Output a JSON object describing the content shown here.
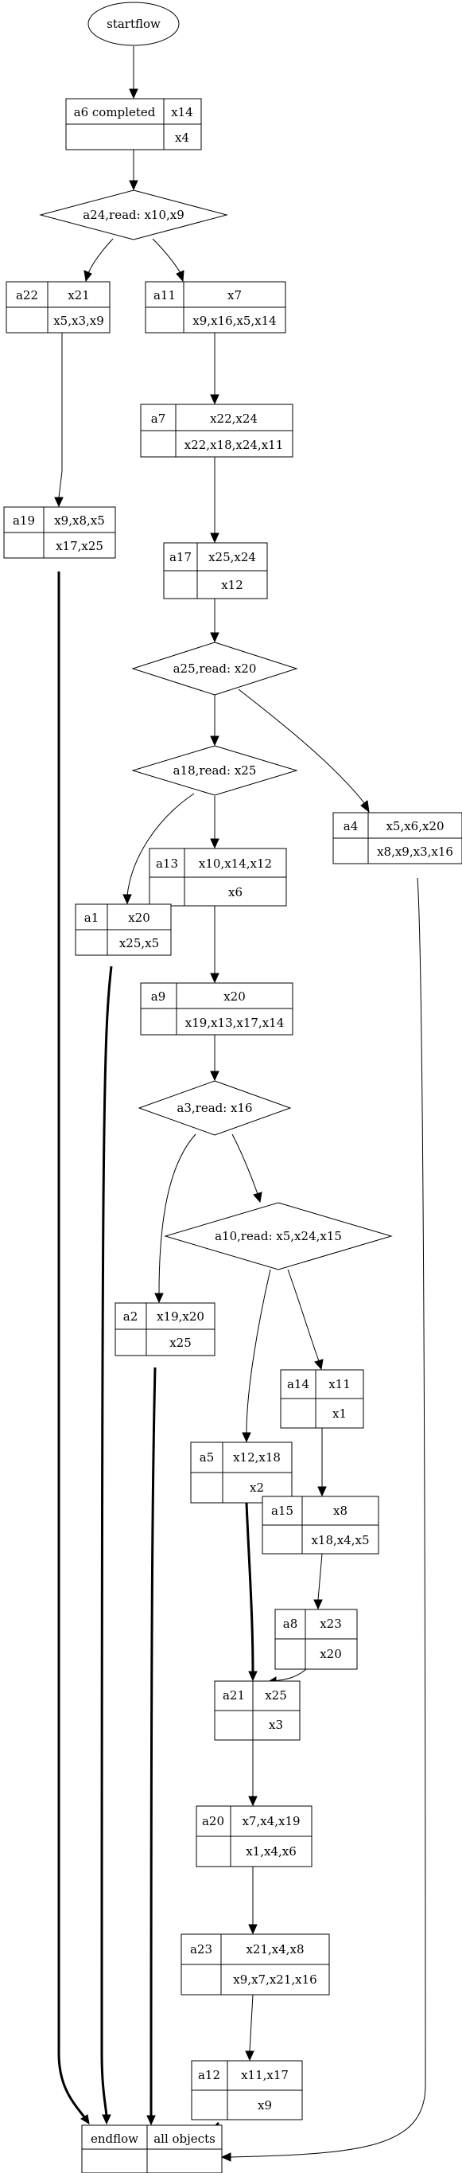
{
  "start": {
    "label": "startflow"
  },
  "end": {
    "label": "endflow",
    "tag": "all objects"
  },
  "tasks": {
    "a6": {
      "id": "a6 completed",
      "top": "x14",
      "bottom": "x4"
    },
    "a22": {
      "id": "a22",
      "top": "x21",
      "bottom": "x5,x3,x9"
    },
    "a11": {
      "id": "a11",
      "top": "x7",
      "bottom": "x9,x16,x5,x14"
    },
    "a7": {
      "id": "a7",
      "top": "x22,x24",
      "bottom": "x22,x18,x24,x11"
    },
    "a19": {
      "id": "a19",
      "top": "x9,x8,x5",
      "bottom": "x17,x25"
    },
    "a17": {
      "id": "a17",
      "top": "x25,x24",
      "bottom": "x12"
    },
    "a4": {
      "id": "a4",
      "top": "x5,x6,x20",
      "bottom": "x8,x9,x3,x16"
    },
    "a13": {
      "id": "a13",
      "top": "x10,x14,x12",
      "bottom": "x6"
    },
    "a1": {
      "id": "a1",
      "top": "x20",
      "bottom": "x25,x5"
    },
    "a9": {
      "id": "a9",
      "top": "x20",
      "bottom": "x19,x13,x17,x14"
    },
    "a2": {
      "id": "a2",
      "top": "x19,x20",
      "bottom": "x25"
    },
    "a14": {
      "id": "a14",
      "top": "x11",
      "bottom": "x1"
    },
    "a5": {
      "id": "a5",
      "top": "x12,x18",
      "bottom": "x2"
    },
    "a15": {
      "id": "a15",
      "top": "x8",
      "bottom": "x18,x4,x5"
    },
    "a8": {
      "id": "a8",
      "top": "x23",
      "bottom": "x20"
    },
    "a21": {
      "id": "a21",
      "top": "x25",
      "bottom": "x3"
    },
    "a20": {
      "id": "a20",
      "top": "x7,x4,x19",
      "bottom": "x1,x4,x6"
    },
    "a23": {
      "id": "a23",
      "top": "x21,x4,x8",
      "bottom": "x9,x7,x21,x16"
    },
    "a12": {
      "id": "a12",
      "top": "x11,x17",
      "bottom": "x9"
    }
  },
  "decisions": {
    "a24": {
      "label": "a24,read: x10,x9"
    },
    "a25": {
      "label": "a25,read: x20"
    },
    "a18": {
      "label": "a18,read: x25"
    },
    "a3": {
      "label": "a3,read: x16"
    },
    "a10": {
      "label": "a10,read: x5,x24,x15"
    }
  }
}
